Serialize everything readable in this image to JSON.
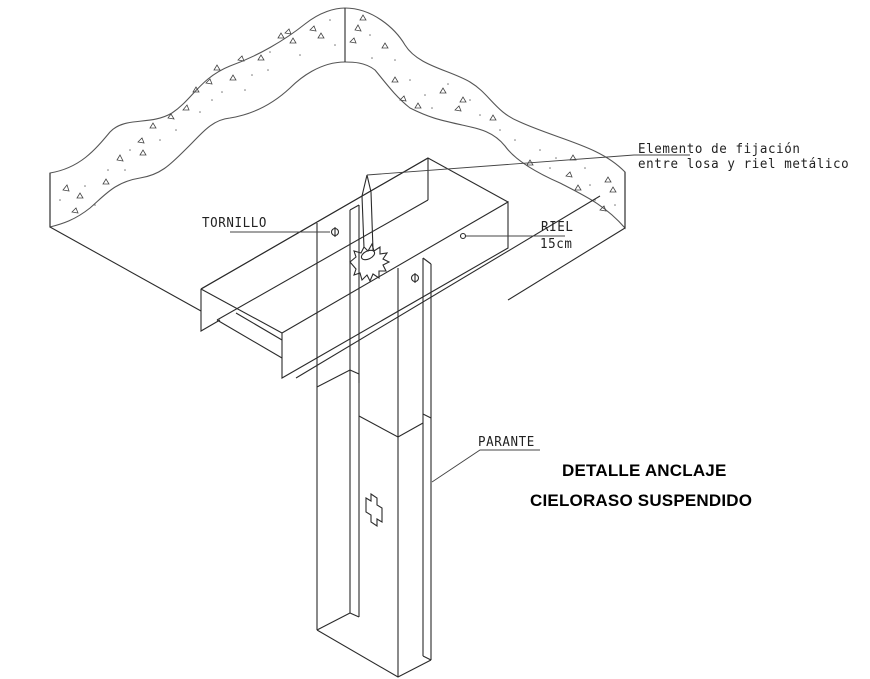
{
  "drawing": {
    "title_line_1": "DETALLE ANCLAJE",
    "title_line_2": "CIELORASO SUSPENDIDO",
    "labels": {
      "fixing_element_line_1": "Elemento de fijación",
      "fixing_element_line_2": "entre losa y riel metálico",
      "screw": "TORNILLO",
      "rail": "RIEL",
      "rail_size": "15cm",
      "stud": "PARANTE"
    },
    "components": [
      {
        "name": "slab",
        "material": "concrete-hatch"
      },
      {
        "name": "rail",
        "size": "15cm"
      },
      {
        "name": "stud"
      },
      {
        "name": "screw"
      },
      {
        "name": "fixing-element"
      }
    ],
    "colors": {
      "line": "#2b2b2b",
      "background": "#ffffff",
      "title": "#000000"
    }
  }
}
